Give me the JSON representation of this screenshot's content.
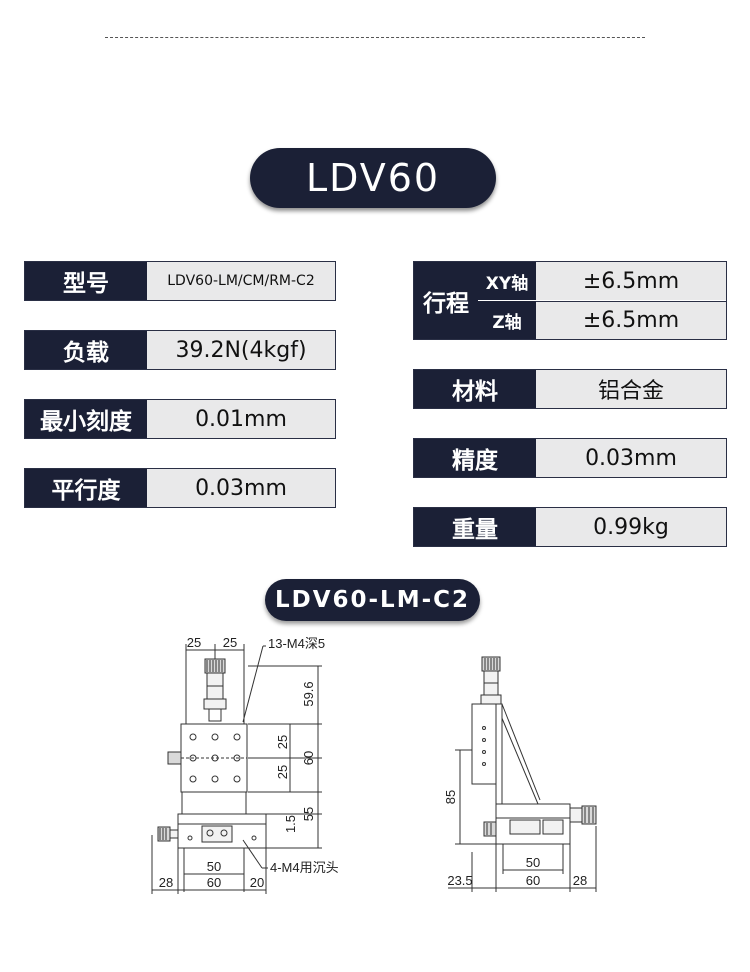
{
  "title": "LDV60",
  "specs_left": [
    {
      "label": "型号",
      "value": "LDV60-LM/CM/RM-C2"
    },
    {
      "label": "负载",
      "value": "39.2N(4kgf)"
    },
    {
      "label": "最小刻度",
      "value": "0.01mm"
    },
    {
      "label": "平行度",
      "value": "0.03mm"
    }
  ],
  "stroke": {
    "label": "行程",
    "rows": [
      {
        "axis": "XY轴",
        "value": "±6.5mm"
      },
      {
        "axis": "Z轴",
        "value": "±6.5mm"
      }
    ]
  },
  "specs_right": [
    {
      "label": "材料",
      "value": "铝合金"
    },
    {
      "label": "精度",
      "value": "0.03mm"
    },
    {
      "label": "重量",
      "value": "0.99kg"
    }
  ],
  "model": "LDV60-LM-C2",
  "drawing_front": {
    "dim_top_left": "25",
    "dim_top_right": "25",
    "hole_note": "13-M4深5",
    "dim_59_6": "59.6",
    "dim_25_upper": "25",
    "dim_60": "60",
    "dim_25_lower": "25",
    "dim_55": "55",
    "dim_1_5": "1.5",
    "dim_50": "50",
    "mount_note": "4-M4用沉头",
    "dim_28": "28",
    "dim_60_bottom": "60",
    "dim_20": "20"
  },
  "drawing_side": {
    "dim_85": "85",
    "dim_50": "50",
    "dim_23_5": "23.5",
    "dim_60": "60",
    "dim_28": "28"
  },
  "colors": {
    "navy": "#1b2036",
    "value_bg": "#e9e9ea"
  }
}
